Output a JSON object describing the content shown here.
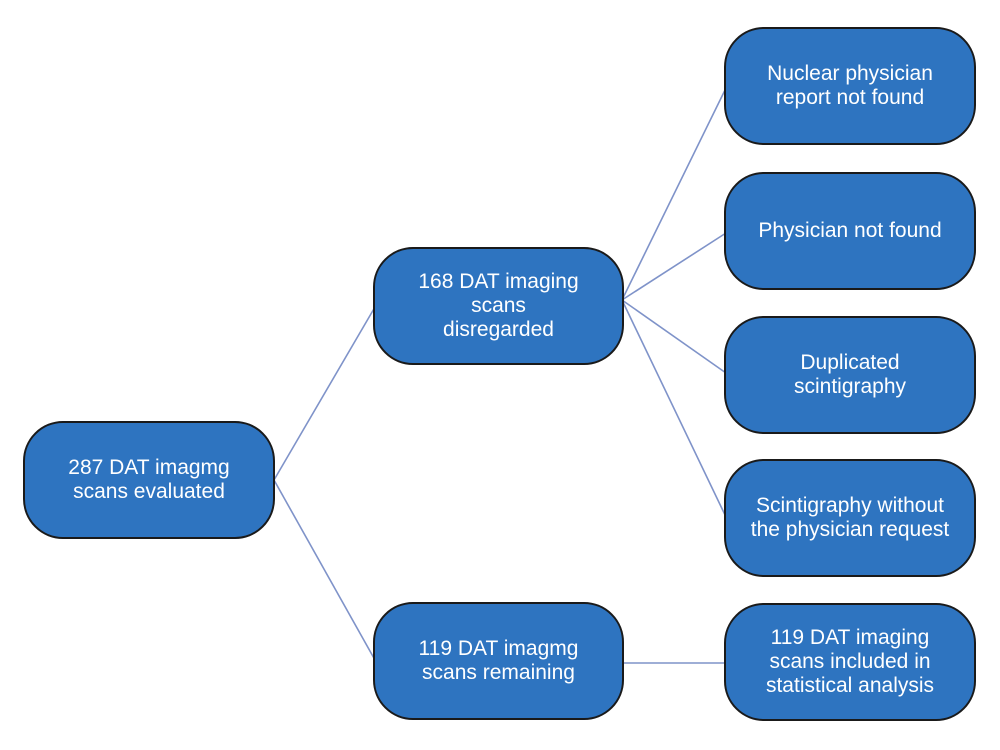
{
  "diagram": {
    "nodes": {
      "total_evaluated": "287 DAT imagmg\nscans evaluated",
      "disregarded": "168 DAT imaging\nscans\ndisregarded",
      "remaining": "119 DAT imagmg\nscans remaining",
      "report_not_found": "Nuclear physician\nreport not found",
      "physician_not_found": "Physician not found",
      "duplicated": "Duplicated\nscintigraphy",
      "without_request": "Scintigraphy without\nthe physician request",
      "included": "119 DAT imaging\nscans included in\nstatistical analysis"
    },
    "colors": {
      "box_fill": "#2e74c0",
      "box_border": "#1a1a1a",
      "connector": "#7f93c9",
      "text": "#ffffff"
    }
  }
}
